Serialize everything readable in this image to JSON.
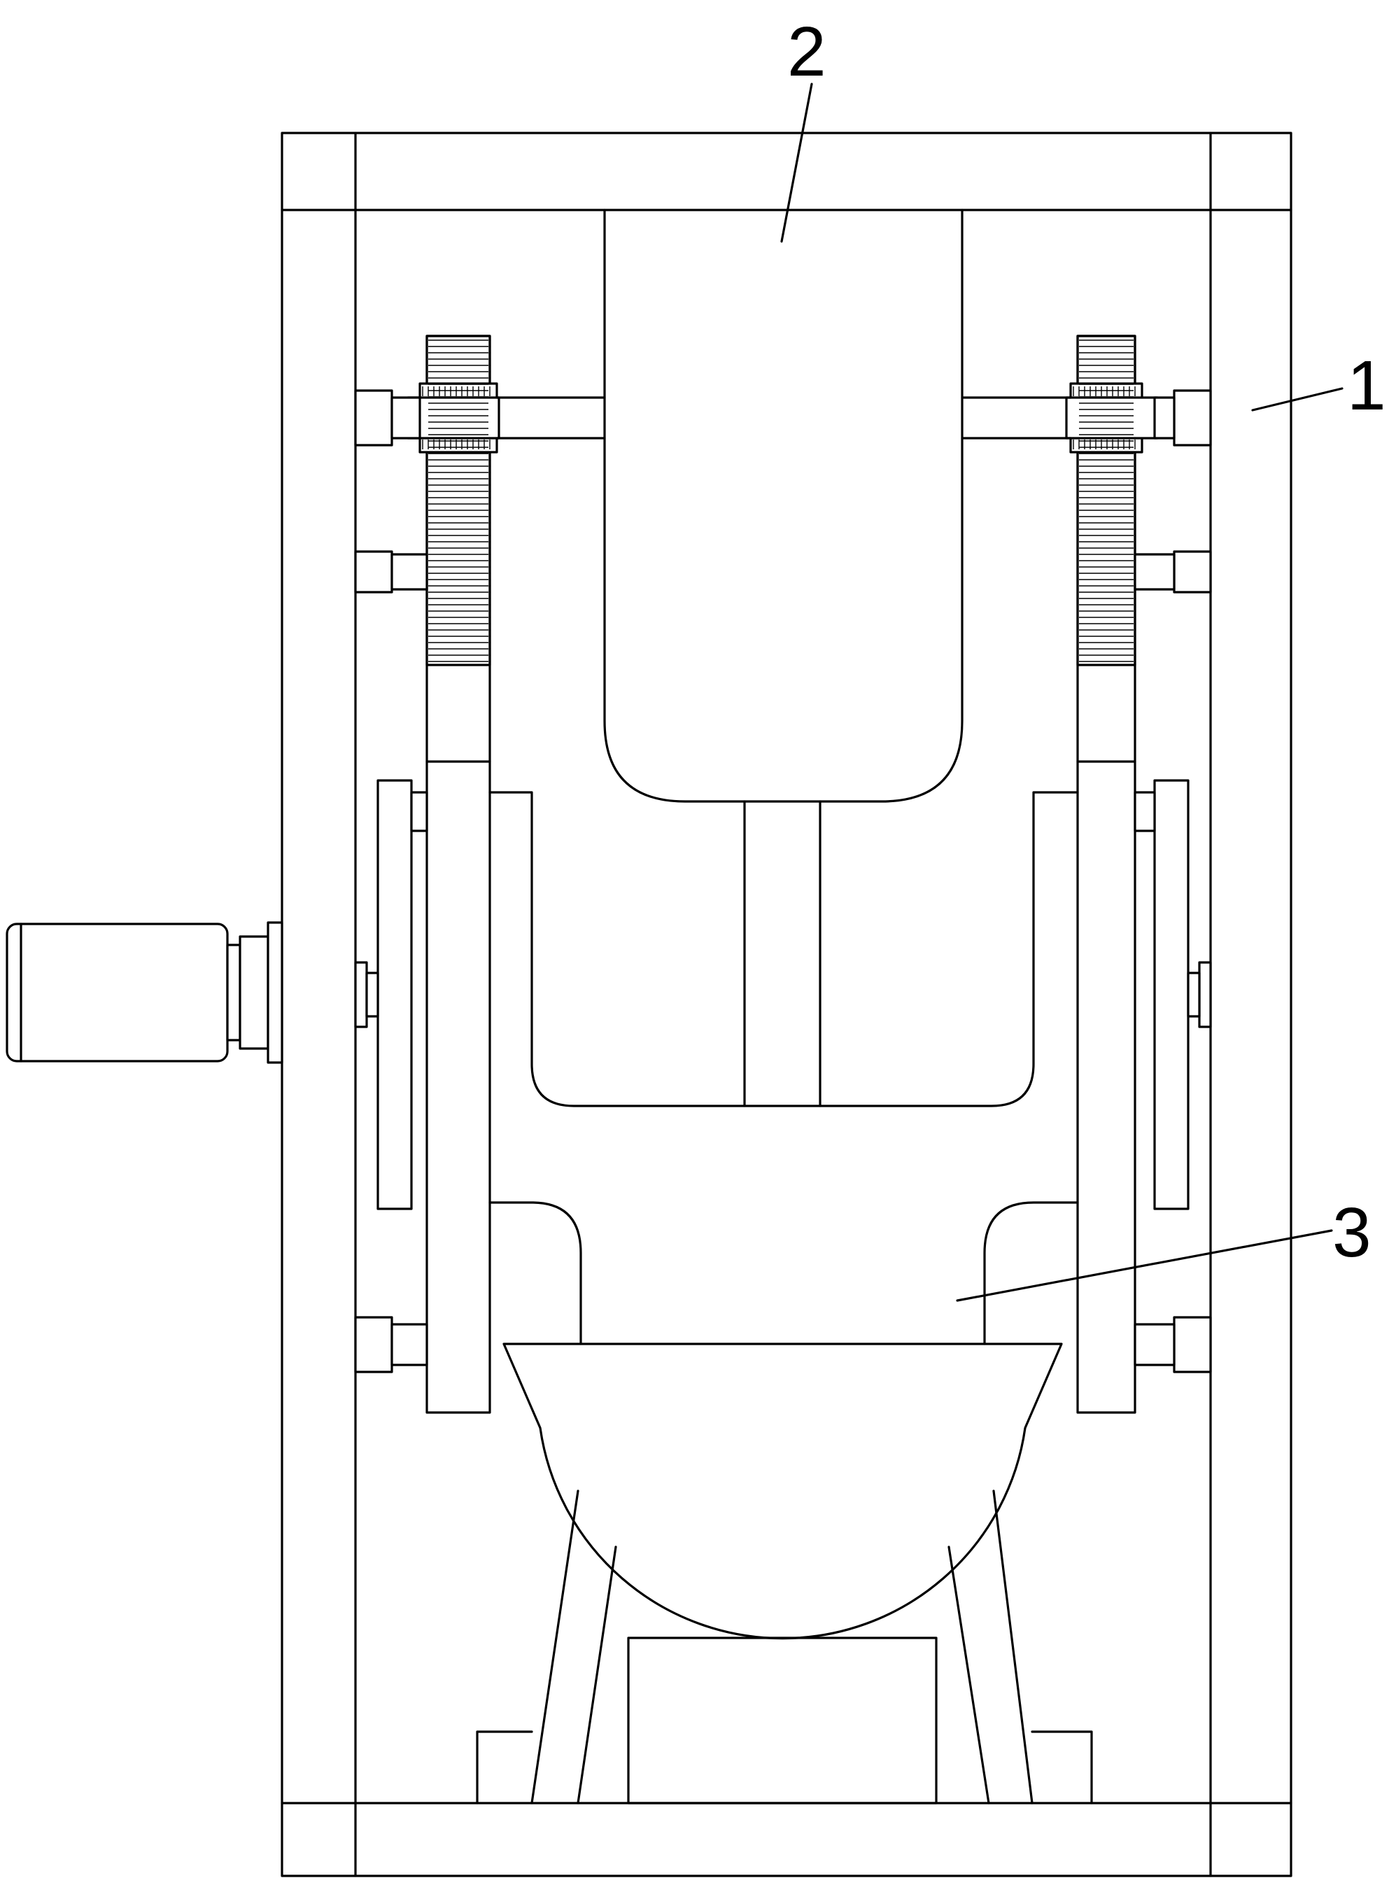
{
  "labels": [
    {
      "id": "frame",
      "text": "1"
    },
    {
      "id": "upper-press",
      "text": "2"
    },
    {
      "id": "hopper",
      "text": "3"
    }
  ],
  "colors": {
    "line": "#000000",
    "background": "#ffffff"
  }
}
